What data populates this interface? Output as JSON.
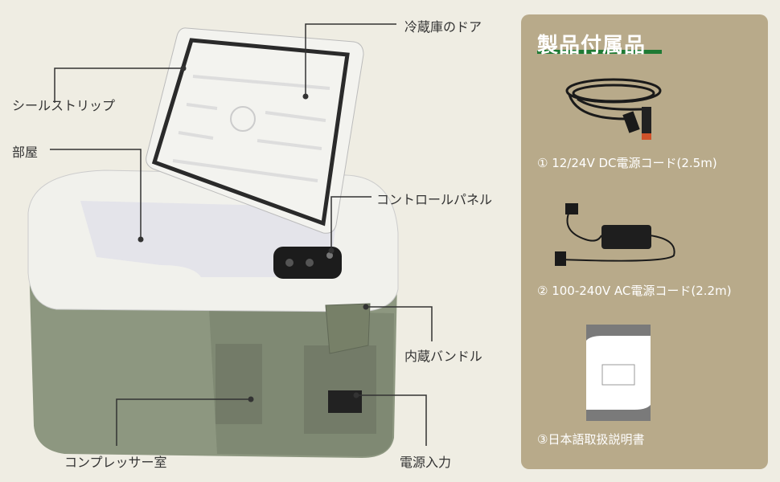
{
  "callouts": {
    "door": "冷蔵庫のドア",
    "seal": "シールストリップ",
    "chamber": "部屋",
    "control_panel": "コントロールパネル",
    "handle": "内蔵バンドル",
    "compressor": "コンプレッサー室",
    "power_input": "電源入力"
  },
  "accessories": {
    "title": "製品付属品",
    "items": [
      {
        "label": "① 12/24V DC電源コード(2.5m)",
        "icon": "dc-cable"
      },
      {
        "label": "② 100-240V AC電源コード(2.2m)",
        "icon": "ac-adapter"
      },
      {
        "label": "③日本語取扱説明書",
        "icon": "manual"
      }
    ]
  },
  "colors": {
    "background": "#efede3",
    "panel": "#b8aa8a",
    "title_underline": "#1e7a34",
    "body_green": "#8d9780",
    "lid_white": "#f2f2ee"
  }
}
